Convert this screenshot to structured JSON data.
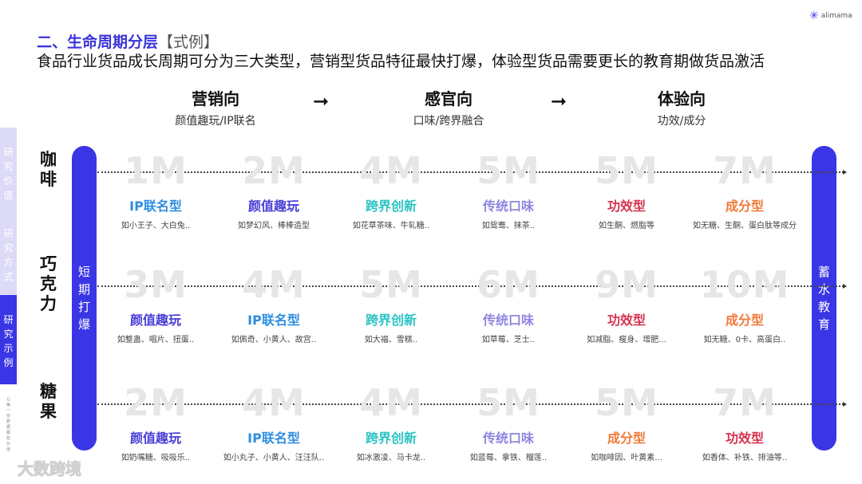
{
  "header": {
    "title": "二、生命周期分层",
    "title_tag": "【式例】",
    "subtitle": "食品行业货品成长周期可分为三大类型，营销型货品特征最快打爆，体验型货品需要更长的教育期做货品激活",
    "logo_text": "alimama"
  },
  "stages": [
    {
      "title": "营销向",
      "sub": "颜值趣玩/IP联名"
    },
    {
      "title": "感官向",
      "sub": "口味/跨界融合"
    },
    {
      "title": "体验向",
      "sub": "功效/成分"
    }
  ],
  "arrow": "➞",
  "sidebar": [
    {
      "label": "研究价值",
      "active": false
    },
    {
      "label": "研究方式",
      "active": false
    },
    {
      "label": "研究示例",
      "active": true
    }
  ],
  "sidebar_tagline": "让每一份数据都有价值",
  "left_bar": "短期打爆",
  "right_bar": "蓄水教育",
  "colors": {
    "accent": "#3a36e6",
    "IP联名型": "#2e8de0",
    "颜值趣玩": "#4a3fd6",
    "跨界创新": "#2ec4c4",
    "传统口味": "#8f86e0",
    "功效型": "#d6344f",
    "成分型": "#f07a3a"
  },
  "rows": [
    {
      "name": "咖啡",
      "cells": [
        {
          "num": "1M",
          "label": "IP联名型",
          "desc": "如小王子、大白兔.."
        },
        {
          "num": "2M",
          "label": "颜值趣玩",
          "desc": "如梦幻风、棒棒造型"
        },
        {
          "num": "4M",
          "label": "跨界创新",
          "desc": "如花草茶味、牛轧糖.."
        },
        {
          "num": "5M",
          "label": "传统口味",
          "desc": "如鸳鸯、抹茶.."
        },
        {
          "num": "5M",
          "label": "功效型",
          "desc": "如生酮、燃脂等"
        },
        {
          "num": "7M",
          "label": "成分型",
          "desc": "如无糖、生酮、蛋白肽等成分"
        }
      ]
    },
    {
      "name": "巧克力",
      "cells": [
        {
          "num": "3M",
          "label": "颜值趣玩",
          "desc": "如整蛊、唱片、扭蛋.."
        },
        {
          "num": "4M",
          "label": "IP联名型",
          "desc": "如佩奇、小黄人、故宫.."
        },
        {
          "num": "5M",
          "label": "跨界创新",
          "desc": "如大福、雪糕.."
        },
        {
          "num": "6M",
          "label": "传统口味",
          "desc": "如草莓、芝士.."
        },
        {
          "num": "9M",
          "label": "功效型",
          "desc": "如减脂、瘦身、增肥..."
        },
        {
          "num": "10M",
          "label": "成分型",
          "desc": "如无糖、0卡、高蛋白.."
        }
      ]
    },
    {
      "name": "糖果",
      "cells": [
        {
          "num": "2M",
          "label": "颜值趣玩",
          "desc": "如奶嘴糖、吸吸乐.."
        },
        {
          "num": "4M",
          "label": "IP联名型",
          "desc": "如小丸子、小黄人、汪汪队.."
        },
        {
          "num": "4M",
          "label": "跨界创新",
          "desc": "如冰激凌、马卡龙.."
        },
        {
          "num": "5M",
          "label": "传统口味",
          "desc": "如蓝莓、拿铁、榴莲.."
        },
        {
          "num": "5M",
          "label": "成分型",
          "desc": "如咖啡因、叶黄素..."
        },
        {
          "num": "7M",
          "label": "功效型",
          "desc": "如香体、补铁、排油等.."
        }
      ]
    }
  ],
  "watermark": "大数跨境"
}
